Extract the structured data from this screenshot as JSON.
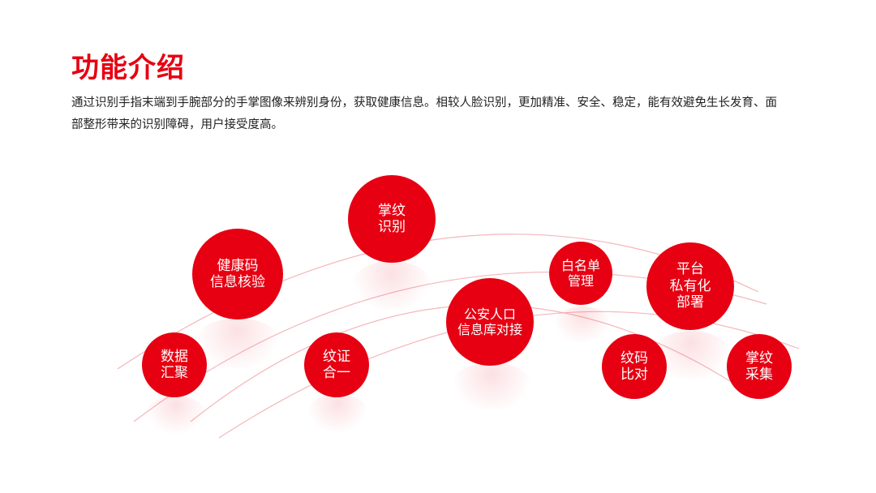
{
  "header": {
    "title": "功能介绍",
    "description": "通过识别手指末端到手腕部分的手掌图像来辨别身份，获取健康信息。相较人脸识别，更加精准、安全、稳定，能有效避免生长发育、面部整形带来的识别障碍，用户接受度高。"
  },
  "colors": {
    "accent": "#e60012",
    "arc": "#f4b6bb"
  },
  "features": [
    {
      "id": "palm-recognition",
      "label": "掌纹\n识别"
    },
    {
      "id": "health-code-verify",
      "label": "健康码\n信息核验"
    },
    {
      "id": "whitelist",
      "label": "白名单\n管理"
    },
    {
      "id": "private-deploy",
      "label": "平台\n私有化\n部署"
    },
    {
      "id": "police-db",
      "label": "公安人口\n信息库对接"
    },
    {
      "id": "data-aggregation",
      "label": "数据\n汇聚"
    },
    {
      "id": "palm-id-unify",
      "label": "纹证\n合一"
    },
    {
      "id": "code-compare",
      "label": "纹码\n比对"
    },
    {
      "id": "palm-collect",
      "label": "掌纹\n采集"
    }
  ]
}
